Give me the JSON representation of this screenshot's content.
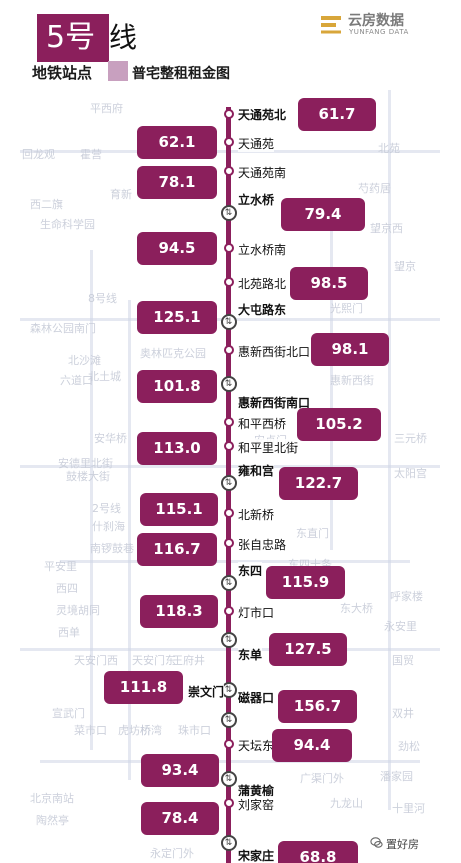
{
  "header": {
    "line_number": "5号",
    "line_suffix": "线",
    "subtitle": "地铁站点",
    "title": "普宅整租租金图"
  },
  "brand": {
    "name": "云房数据",
    "english": "YUNFANG DATA"
  },
  "colors": {
    "accent": "#8b1f5c",
    "badge_light": "#c8a0bf"
  },
  "stations": [
    {
      "name": "天通苑北",
      "bold": true
    },
    {
      "name": "天通苑",
      "bold": false
    },
    {
      "name": "天通苑南",
      "bold": false
    },
    {
      "name": "立水桥",
      "bold": true
    },
    {
      "name": "立水桥南",
      "bold": false
    },
    {
      "name": "北苑路北",
      "bold": false
    },
    {
      "name": "大屯路东",
      "bold": true
    },
    {
      "name": "惠新西街北口",
      "bold": false
    },
    {
      "name": "惠新西街南口",
      "bold": true
    },
    {
      "name": "和平西桥",
      "bold": false
    },
    {
      "name": "和平里北街",
      "bold": false
    },
    {
      "name": "雍和宫",
      "bold": true
    },
    {
      "name": "北新桥",
      "bold": false
    },
    {
      "name": "张自忠路",
      "bold": false
    },
    {
      "name": "东四",
      "bold": true
    },
    {
      "name": "灯市口",
      "bold": false
    },
    {
      "name": "东单",
      "bold": true
    },
    {
      "name": "崇文门",
      "bold": true
    },
    {
      "name": "磁器口",
      "bold": true
    },
    {
      "name": "天坛东门",
      "bold": false
    },
    {
      "name": "蒲黄榆",
      "bold": true
    },
    {
      "name": "刘家窑",
      "bold": false
    },
    {
      "name": "宋家庄",
      "bold": true
    }
  ],
  "prices": [
    "61.7",
    "62.1",
    "78.1",
    "79.4",
    "94.5",
    "98.5",
    "125.1",
    "98.1",
    "101.8",
    "105.2",
    "113.0",
    "122.7",
    "115.1",
    "116.7",
    "115.9",
    "118.3",
    "127.5",
    "111.8",
    "156.7",
    "94.4",
    "93.4",
    "78.4",
    "68.8"
  ],
  "background_labels": [
    "平西府",
    "回龙观",
    "霍营",
    "育新",
    "西二旗",
    "生命科学园",
    "8号线",
    "森林公园南门",
    "北沙滩",
    "奥林匹克公园",
    "六道口",
    "北土城",
    "安华桥",
    "安德里北街",
    "鼓楼大街",
    "2号线",
    "什刹海",
    "南锣鼓巷",
    "平安里",
    "西四",
    "灵境胡同",
    "西单",
    "天安门西",
    "天安门东",
    "王府井",
    "宣武门",
    "菜市口",
    "虎坊桥",
    "珠市口",
    "桥湾",
    "北京南站",
    "陶然亭",
    "永定门外",
    "东直门",
    "东四十条",
    "国贸",
    "双井",
    "劲松",
    "潘家园",
    "光熙门",
    "芍药居",
    "望京西",
    "望京",
    "北苑",
    "东大桥",
    "永安里",
    "呼家楼",
    "广渠门外",
    "九龙山",
    "十里河",
    "安贞门",
    "三元桥",
    "太阳宫",
    "惠新西街"
  ],
  "watermark": {
    "text": "置好房"
  }
}
